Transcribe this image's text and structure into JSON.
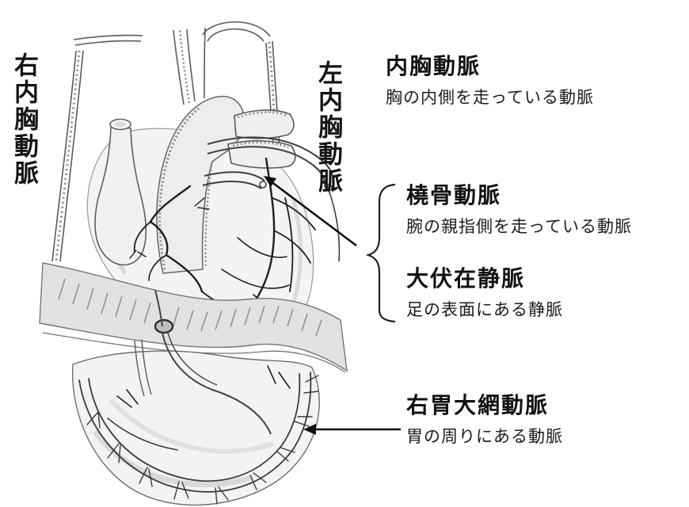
{
  "diagram": {
    "subject": "heart-bypass-graft-vessels-diagram",
    "background_color": "#ffffff",
    "text_color": "#1a1a1a",
    "line_color": "#3a3a3a",
    "side_labels": {
      "left": "右内胸動脈",
      "right": "左内胸動脈"
    },
    "callouts": [
      {
        "title": "内胸動脈",
        "description": "胸の内側を走っている動脈"
      },
      {
        "title": "橈骨動脈",
        "description": "腕の親指側を走っている動脈"
      },
      {
        "title": "大伏在静脈",
        "description": "足の表面にある静脈"
      },
      {
        "title": "右胃大網動脈",
        "description": "胃の周りにある動脈"
      }
    ],
    "illustration_parts": [
      "heart",
      "ascending-aorta",
      "aortic-arch-branches",
      "superior-vena-cava",
      "internal-thoracic-arteries",
      "bypass-graft-vessels",
      "coronary-arteries",
      "diaphragm",
      "diaphragm-opening",
      "stomach",
      "gastroepiploic-artery"
    ],
    "connectors": [
      {
        "type": "curly-brace",
        "groups": [
          "橈骨動脈",
          "大伏在静脈"
        ]
      },
      {
        "type": "arrow",
        "from": "brace",
        "to": "heart-graft-anastomosis"
      },
      {
        "type": "arrow",
        "from": "右胃大網動脈",
        "to": "stomach-vessel"
      }
    ]
  }
}
